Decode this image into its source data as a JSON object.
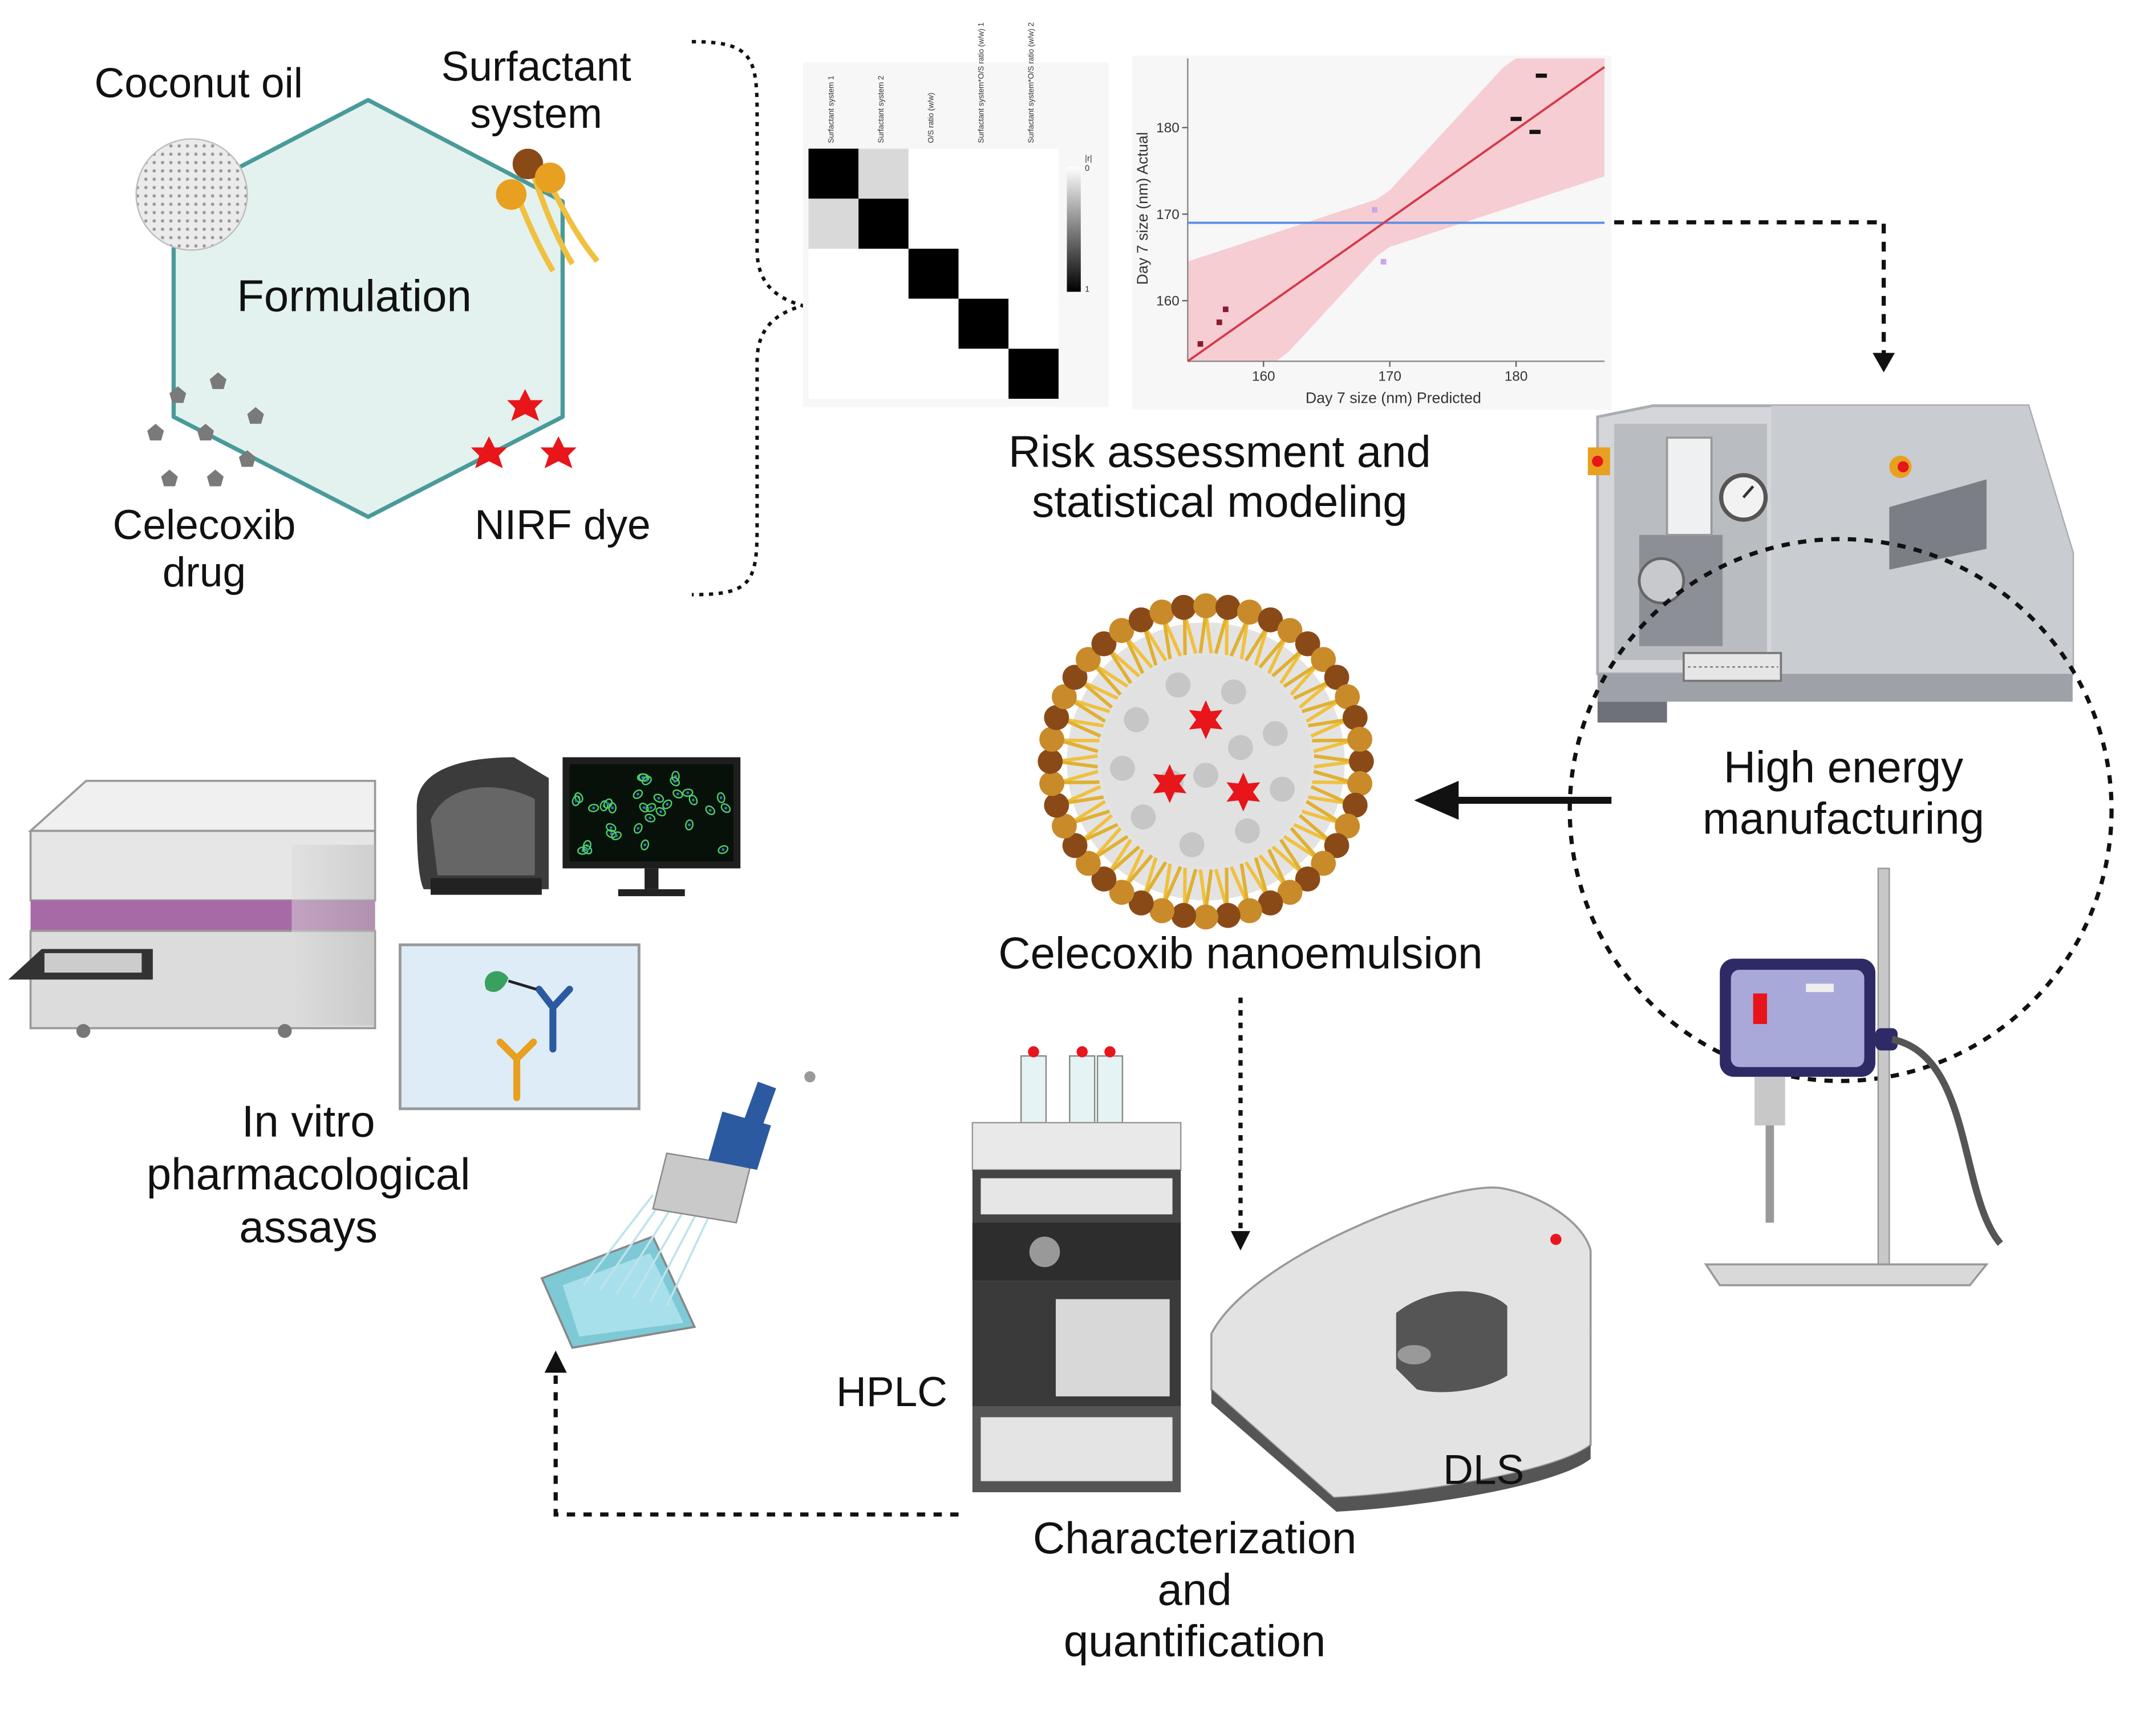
{
  "labels": {
    "coconut_oil": "Coconut oil",
    "surfactant_1": "Surfactant",
    "surfactant_2": "system",
    "formulation": "Formulation",
    "celecoxib_1": "Celecoxib",
    "celecoxib_2": "drug",
    "nirf": "NIRF dye",
    "risk_1": "Risk assessment and",
    "risk_2": "statistical modeling",
    "high_1": "High energy",
    "high_2": "manufacturing",
    "nano": "Celecoxib nanoemulsion",
    "invitro_1": "In vitro",
    "invitro_2": "pharmacological",
    "invitro_3": "assays",
    "hplc": "HPLC",
    "dls": "DLS",
    "char_1": "Characterization",
    "char_2": "and",
    "char_3": "quantification"
  },
  "matrix": {
    "headers": [
      "Surfactant system 1",
      "Surfactant system 2",
      "O/S ratio (w/w)",
      "Surfactant system*O/S ratio (w/w) 1",
      "Surfactant system*O/S ratio (w/w) 2"
    ],
    "scale_top": "|r|",
    "scale_min": "0",
    "scale_max": "1",
    "values": [
      [
        1,
        0.15,
        0,
        0,
        0
      ],
      [
        0.15,
        1,
        0,
        0,
        0
      ],
      [
        0,
        0,
        1,
        0,
        0
      ],
      [
        0,
        0,
        0,
        1,
        0
      ],
      [
        0,
        0,
        0,
        0,
        1
      ]
    ]
  },
  "chart_data": {
    "type": "scatter",
    "title": "",
    "xlabel": "Day 7 size (nm) Predicted",
    "ylabel": "Day 7 size (nm) Actual",
    "xlim": [
      154,
      187
    ],
    "ylim": [
      153,
      188
    ],
    "xticks": [
      160,
      170,
      180
    ],
    "yticks": [
      160,
      170,
      180
    ],
    "mean_line_y": 169,
    "fit_line": [
      [
        154,
        153
      ],
      [
        187,
        187
      ]
    ],
    "confidence_band_color": "#f6c6cc",
    "series": [
      {
        "color": "#8b1a2b",
        "points": [
          [
            155,
            155
          ],
          [
            156.5,
            157.5
          ],
          [
            157,
            159
          ]
        ]
      },
      {
        "color": "#c9a7e8",
        "points": [
          [
            168.8,
            170.5
          ],
          [
            169.5,
            164.5
          ]
        ]
      },
      {
        "color": "#111111",
        "points": [
          [
            182,
            186
          ],
          [
            180,
            181
          ],
          [
            181.5,
            179.5
          ]
        ]
      }
    ]
  },
  "colors": {
    "hexagon_fill": "#e3f2ee",
    "hexagon_stroke": "#4a9a9a",
    "dye_red": "#e8151a",
    "surfactant_head": "#c98a2a",
    "surfactant_tail": "#f0c040",
    "drug_gray": "#7a7a7a"
  }
}
